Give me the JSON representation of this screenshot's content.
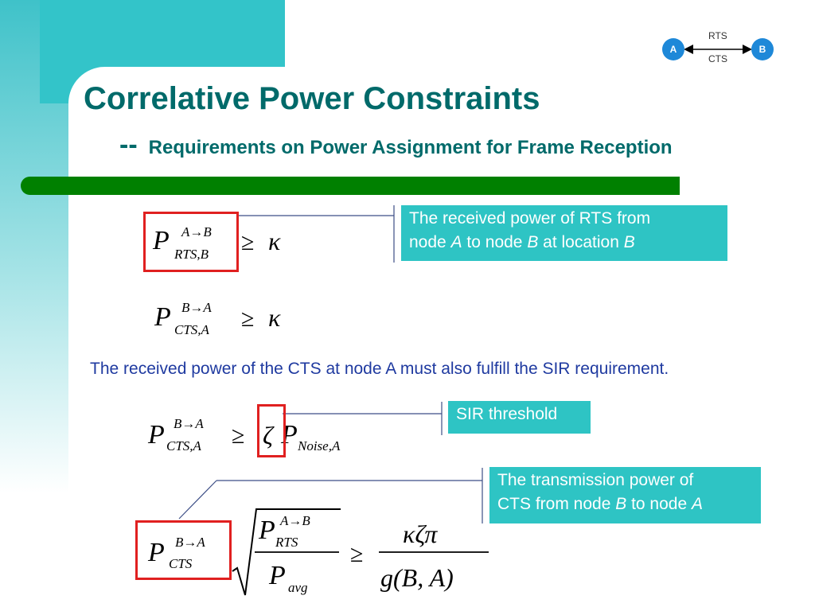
{
  "slide": {
    "title": "Correlative Power Constraints",
    "subtitle_dash": "--",
    "subtitle": "Requirements on Power Assignment for Frame Reception",
    "note": "The received power of the CTS at node A must also fulfill the SIR requirement."
  },
  "diagram": {
    "node_a": "A",
    "node_b": "B",
    "rts": "RTS",
    "cts": "CTS"
  },
  "callouts": {
    "rts_power": {
      "line1": "The received power of RTS from",
      "p1": "node ",
      "a": "A",
      "p2": " to node ",
      "b": "B",
      "p3": " at location ",
      "c": "B"
    },
    "sir": "SIR threshold",
    "tx_power": {
      "line1": "The transmission power of",
      "p1": "CTS from node ",
      "a": "B",
      "p2": " to node ",
      "b": "A"
    }
  },
  "equations": {
    "eq1": {
      "P": "P",
      "sup": "A→B",
      "sub": "RTS,B",
      "ge": "≥",
      "rhs": "κ"
    },
    "eq2": {
      "P": "P",
      "sup": "B→A",
      "sub": "CTS,A",
      "ge": "≥",
      "rhs": "κ"
    },
    "eq3": {
      "P": "P",
      "sup": "B→A",
      "sub": "CTS,A",
      "ge": "≥",
      "zeta": "ζ",
      "P2": "P",
      "sub2": "Noise,A"
    },
    "eq4": {
      "P": "P",
      "sup": "B→A",
      "sub": "CTS",
      "numP": "P",
      "numsup": "A→B",
      "numsub": "RTS",
      "denP": "P",
      "densub": "avg",
      "ge": "≥",
      "rnum": "κζπ",
      "rden": "g(B, A)"
    }
  },
  "colors": {
    "teal": "#33c4c9",
    "title": "#006a6a",
    "green_bar": "#008000",
    "callout": "#2ec4c4",
    "red_box": "#e02020",
    "note_text": "#1f3aa0",
    "node": "#1e88d8"
  }
}
